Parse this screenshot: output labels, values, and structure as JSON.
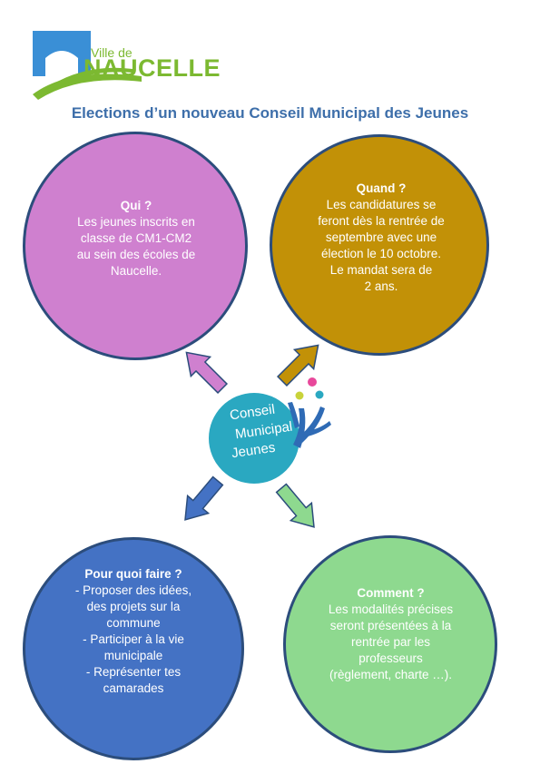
{
  "logo": {
    "ville": "Ville de",
    "name": "NAUCELLE"
  },
  "title": "Elections d’un nouveau Conseil Municipal des Jeunes",
  "qui": {
    "heading": "Qui ?",
    "lines": [
      "Les jeunes inscrits en",
      "classe de CM1-CM2",
      "au sein des écoles de",
      "Naucelle."
    ]
  },
  "quand": {
    "heading": "Quand ?",
    "lines": [
      "Les candidatures se",
      "feront dès la rentrée de",
      "septembre avec une",
      "élection le 10 octobre.",
      "Le mandat sera de",
      "2 ans."
    ]
  },
  "pour_quoi_faire": {
    "heading": "Pour quoi faire ?",
    "lines": [
      "- Proposer des idées,",
      "des projets sur la",
      "commune",
      "- Participer à la vie",
      "municipale",
      "- Représenter tes",
      "camarades"
    ]
  },
  "comment": {
    "heading": "Comment ?",
    "lines": [
      "Les modalités précises",
      "seront présentées à la",
      "rentrée par les",
      "professeurs",
      "(règlement, charte …)."
    ]
  },
  "cmj_logo": {
    "line1": "Conseil",
    "line2": "Municipal",
    "line3": "Jeunes"
  },
  "colors": {
    "qui": "#cf80cf",
    "quand": "#c29107",
    "pour_quoi_faire": "#4472c4",
    "comment": "#8ed98f",
    "cmj": "#2aa8c1",
    "title": "#3e6faa",
    "logo_green": "#7cb931",
    "logo_blue": "#3a8fd6"
  }
}
